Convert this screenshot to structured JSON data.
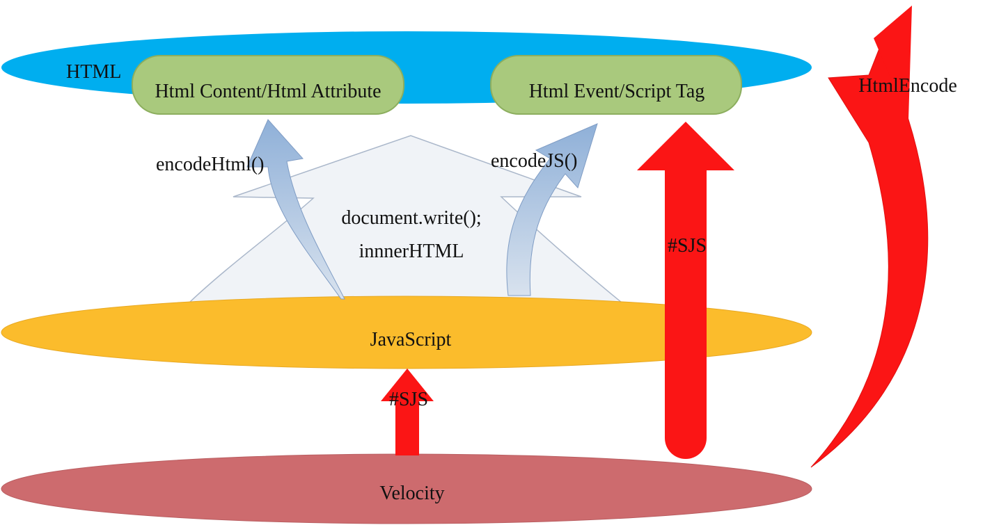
{
  "layers": {
    "html": {
      "label": "HTML",
      "color": "#00aeef"
    },
    "javascript": {
      "label": "JavaScript",
      "color": "#fbbc2c"
    },
    "velocity": {
      "label": "Velocity",
      "color": "#cd6b6e"
    }
  },
  "contexts": {
    "html_content": "Html Content/Html Attribute",
    "html_event": "Html Event/Script Tag",
    "color": "#a9c97d"
  },
  "transforms": {
    "encode_html": "encodeHtml()",
    "encode_js": "encodeJS()",
    "dom_write": "document.write();",
    "dom_inner": "innnerHTML",
    "sjs_upper": "#SJS",
    "sjs_lower": "#SJS",
    "html_encode": "HtmlEncode"
  },
  "colors": {
    "red_arrow": "#fb1515",
    "blue_arrow": "#9fb8d8",
    "tent_fill": "#f0f3f7",
    "tent_stroke": "#aab7ca"
  }
}
